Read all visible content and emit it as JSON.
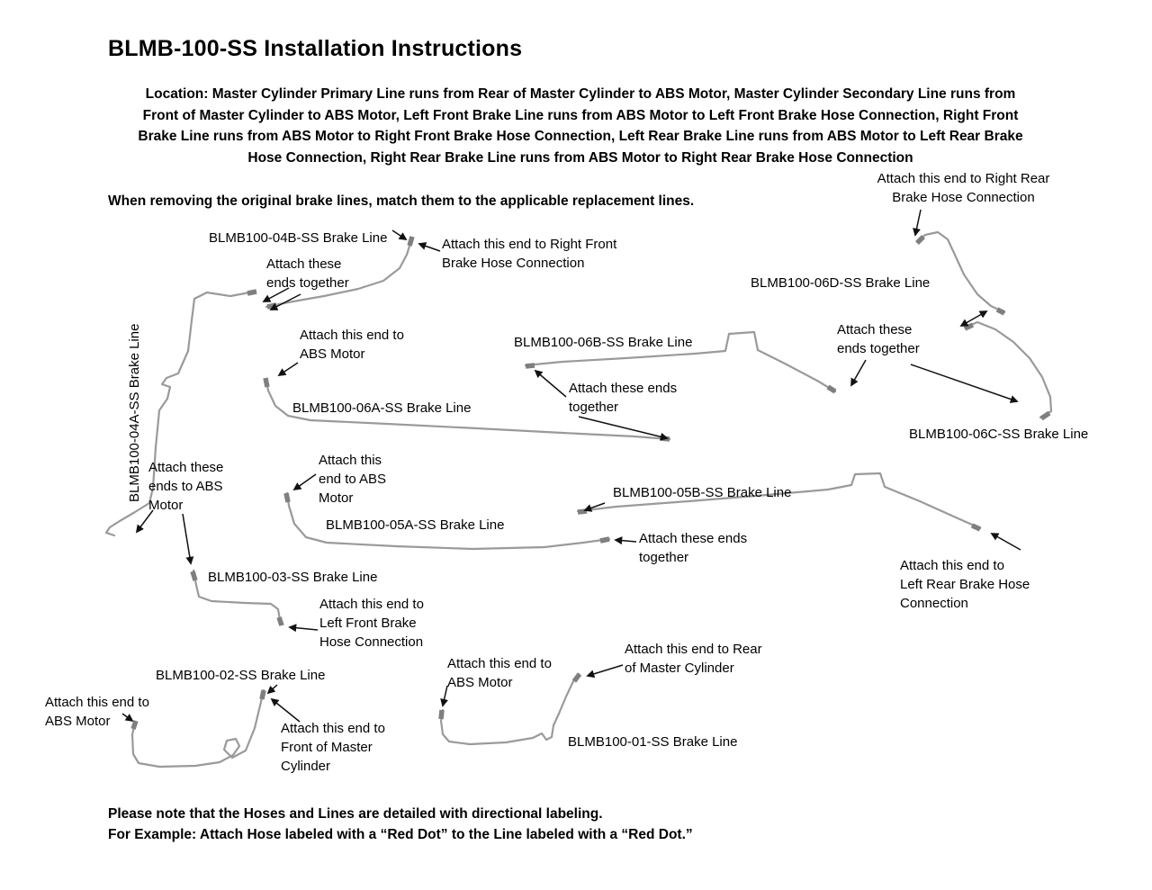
{
  "page": {
    "title": "BLMB-100-SS Installation Instructions",
    "location_paragraph": "Location: Master Cylinder Primary Line runs from Rear of Master Cylinder to ABS Motor, Master Cylinder Secondary Line runs from\nFront of Master Cylinder to ABS Motor, Left Front Brake Line runs from ABS Motor to Left Front Brake Hose Connection, Right Front\nBrake Line runs from ABS Motor to Right Front Brake Hose Connection, Left Rear Brake Line runs from ABS Motor to Left Rear Brake\nHose Connection, Right Rear Brake Line runs from ABS Motor to Right Rear Brake Hose Connection",
    "match_note": "When removing the original brake lines, match them to the applicable replacement lines.",
    "footer_note_1": "Please note that the Hoses and Lines are detailed with directional labeling.",
    "footer_note_2": "For Example: Attach Hose labeled with a “Red Dot” to the Line labeled with a “Red Dot.”"
  },
  "line_labels": {
    "l01": "BLMB100-01-SS Brake Line",
    "l02": "BLMB100-02-SS Brake Line",
    "l03": "BLMB100-03-SS Brake Line",
    "l04a": "BLMB100-04A-SS Brake Line",
    "l04b": "BLMB100-04B-SS Brake Line",
    "l05a": "BLMB100-05A-SS Brake Line",
    "l05b": "BLMB100-05B-SS Brake Line",
    "l06a": "BLMB100-06A-SS Brake Line",
    "l06b": "BLMB100-06B-SS Brake Line",
    "l06c": "BLMB100-06C-SS Brake Line",
    "l06d": "BLMB100-06D-SS Brake Line"
  },
  "callouts": {
    "right_rear_hose": "Attach this end to Right Rear\nBrake Hose Connection",
    "right_front_hose": "Attach this end to Right Front\nBrake Hose Connection",
    "ends_together_04": "Attach these\nends together",
    "abs_motor_06a": "Attach this end to\nABS Motor",
    "ends_together_06cd": "Attach these\nends together",
    "ends_together_06ab": "Attach these ends\ntogether",
    "abs_motor_05a": "Attach this\nend to ABS\nMotor",
    "ends_to_abs_motor": "Attach these\nends to ABS\nMotor",
    "ends_together_05": "Attach these ends\ntogether",
    "left_rear_hose": "Attach this end to\nLeft Rear Brake Hose\nConnection",
    "left_front_hose": "Attach this end to\nLeft Front Brake\nHose Connection",
    "abs_motor_01": "Attach this end to\nABS Motor",
    "rear_master_cylinder": "Attach this end to Rear\nof Master Cylinder",
    "abs_motor_02": "Attach this end to\nABS Motor",
    "front_master_cylinder": "Attach this end to\nFront of Master\nCylinder"
  },
  "colors": {
    "line": "#9a9a9a",
    "fitting": "#7f7f7f",
    "arrow": "#111111",
    "text": "#000000",
    "background": "#ffffff"
  }
}
